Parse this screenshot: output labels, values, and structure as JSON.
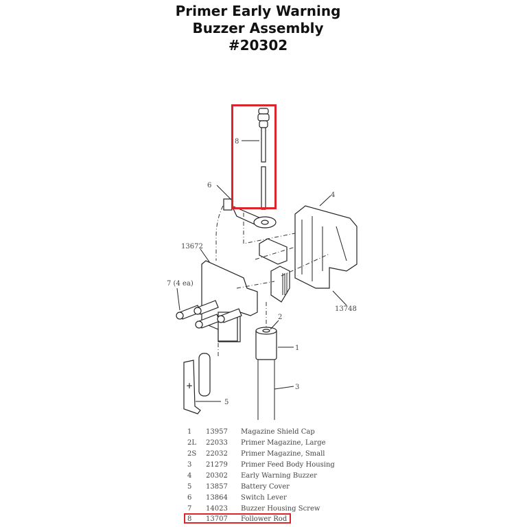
{
  "title": [
    "Primer Early Warning",
    "Buzzer Assembly",
    "#20302"
  ],
  "callouts": {
    "follower_rod": "8",
    "switch_lever": "6",
    "buzzer": "4",
    "plate": "13672",
    "screws": "7 (4 ea)",
    "housing": "13748",
    "magazine": "2",
    "shield_cap": "1",
    "feed_body": "3",
    "battery_cover": "5"
  },
  "parts": [
    {
      "num": "1",
      "part": "13957",
      "desc": "Magazine Shield Cap"
    },
    {
      "num": "2L",
      "part": "22033",
      "desc": "Primer Magazine, Large"
    },
    {
      "num": "2S",
      "part": "22032",
      "desc": "Primer Magazine, Small"
    },
    {
      "num": "3",
      "part": "21279",
      "desc": "Primer Feed Body Housing"
    },
    {
      "num": "4",
      "part": "20302",
      "desc": "Early Warning Buzzer"
    },
    {
      "num": "5",
      "part": "13857",
      "desc": "Battery Cover"
    },
    {
      "num": "6",
      "part": "13864",
      "desc": "Switch Lever"
    },
    {
      "num": "7",
      "part": "14023",
      "desc": "Buzzer Housing Screw"
    },
    {
      "num": "8",
      "part": "13707",
      "desc": "Follower Rod"
    }
  ],
  "highlight_color": "#d9252b"
}
